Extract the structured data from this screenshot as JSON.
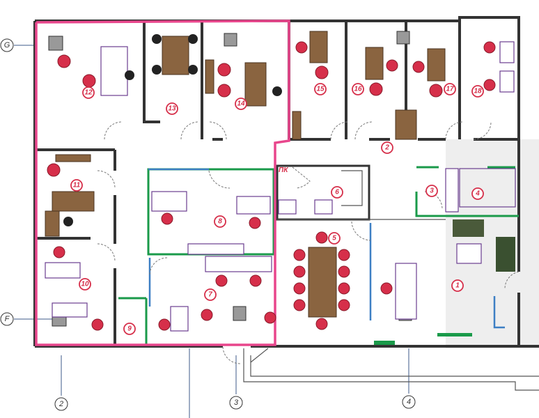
{
  "plan": {
    "axes": [
      {
        "id": "axis-G",
        "label": "G"
      },
      {
        "id": "axis-F",
        "label": "F"
      },
      {
        "id": "axis-2",
        "label": "2"
      },
      {
        "id": "axis-3",
        "label": "3"
      },
      {
        "id": "axis-4",
        "label": "4"
      }
    ],
    "rooms": [
      "1",
      "2",
      "3",
      "4",
      "5",
      "6",
      "7",
      "8",
      "9",
      "10",
      "11",
      "12",
      "13",
      "14",
      "15",
      "16",
      "17",
      "18"
    ],
    "server_room_label": "ПК",
    "colors": {
      "boundary": "#e8468c",
      "room_number": "#d62f4a",
      "wall_green": "#1a9a4a",
      "wall_blue": "#3d7fc4"
    }
  }
}
